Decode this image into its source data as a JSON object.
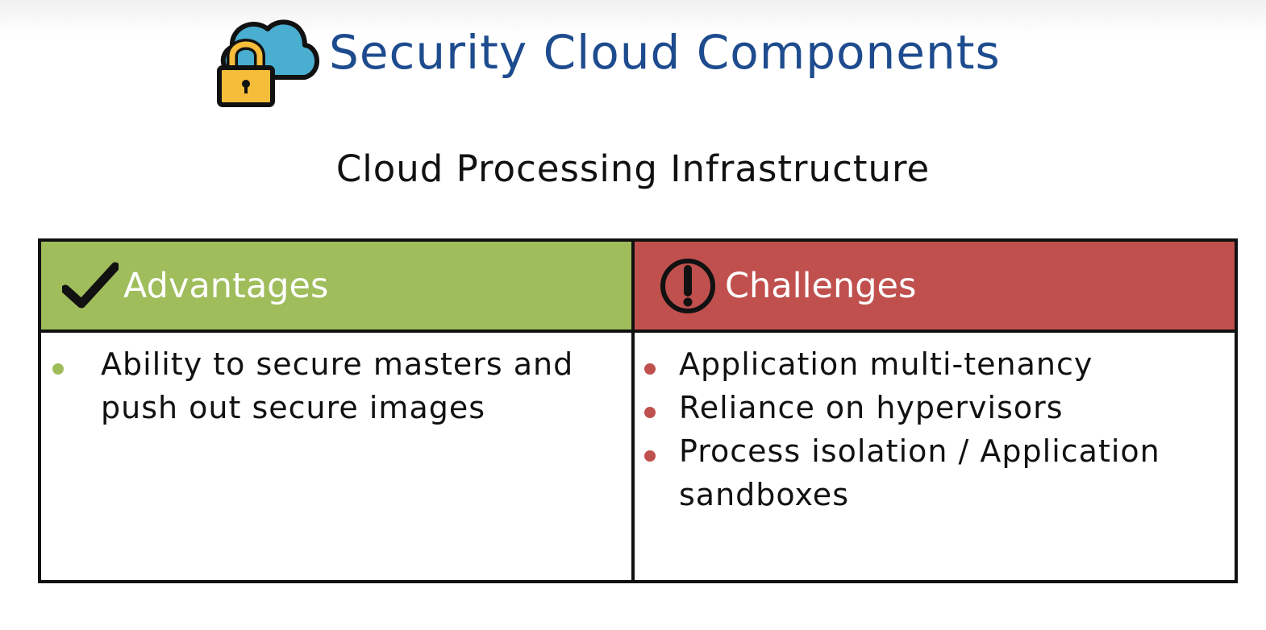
{
  "header": {
    "title": "Security Cloud Components",
    "logo_icon": "cloud-lock-icon"
  },
  "slide": {
    "subtitle": "Cloud Processing Infrastructure"
  },
  "table": {
    "advantages": {
      "label": "Advantages",
      "icon": "checkmark-icon",
      "color": "#9fbd5b",
      "items": [
        "Ability to secure masters and push out secure images"
      ]
    },
    "challenges": {
      "label": "Challenges",
      "icon": "exclamation-circle-icon",
      "color": "#c0504d",
      "items": [
        "Application multi-tenancy",
        "Reliance on hypervisors",
        "Process isolation / Application sandboxes"
      ]
    }
  },
  "colors": {
    "title": "#1d4b8e",
    "cloud": "#4aaed0",
    "lock": "#f6bd3a"
  }
}
